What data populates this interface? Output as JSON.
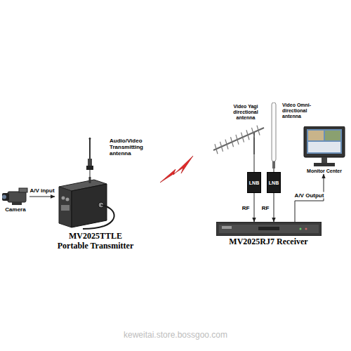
{
  "diagram": {
    "nodes": [
      {
        "text": [
          "Camera"
        ]
      },
      {
        "text": [
          "MV2025TTLE Portable Transmitter"
        ]
      },
      {
        "text": [
          "Audio/Video Transmitting antenna"
        ]
      },
      {
        "text": [
          "Video Yagi directional antenna"
        ]
      },
      {
        "text": [
          "Video Omni-directional antenna"
        ]
      },
      {
        "text": [
          "LNB"
        ]
      },
      {
        "text": [
          "LNB"
        ]
      },
      {
        "text": [
          "MV2025RJ7  Receiver"
        ]
      },
      {
        "text": [
          "Monitor Center"
        ]
      }
    ],
    "edges": [
      {
        "from": 0,
        "to": 1,
        "label": "A/V input",
        "arrow": "to"
      },
      {
        "from": 1,
        "to": 2,
        "arrow": "none"
      },
      {
        "from": 3,
        "to": 5,
        "arrow": "none"
      },
      {
        "from": 4,
        "to": 6,
        "arrow": "none"
      },
      {
        "from": 5,
        "to": 7,
        "label": "RF",
        "arrow": "to"
      },
      {
        "from": 6,
        "to": 7,
        "label": "RF",
        "arrow": "to"
      },
      {
        "from": 7,
        "to": 8,
        "label": "A/V Output",
        "arrow": "to"
      }
    ],
    "labels": [
      "keweitai.store.bossgoo.com"
    ]
  }
}
